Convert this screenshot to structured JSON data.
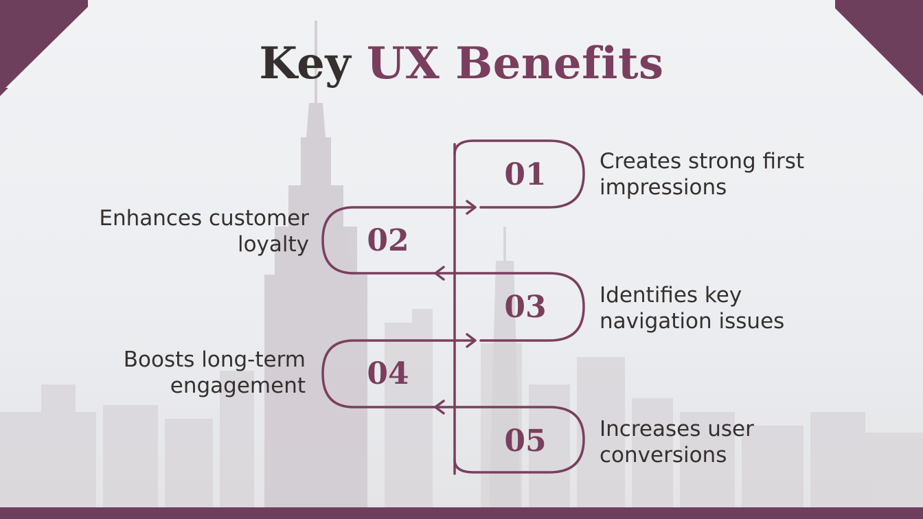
{
  "title": {
    "part1": "Key",
    "part2": "UX Benefits"
  },
  "colors": {
    "accent": "#7a3f5e",
    "text": "#35302e",
    "frame": "#6e3f5c"
  },
  "steps": [
    {
      "number": "01",
      "text": "Creates strong first impressions"
    },
    {
      "number": "02",
      "text": "Enhances customer loyalty"
    },
    {
      "number": "03",
      "text": "Identifies key navigation issues"
    },
    {
      "number": "04",
      "text": "Boosts long-term engagement"
    },
    {
      "number": "05",
      "text": "Increases user conversions"
    }
  ]
}
